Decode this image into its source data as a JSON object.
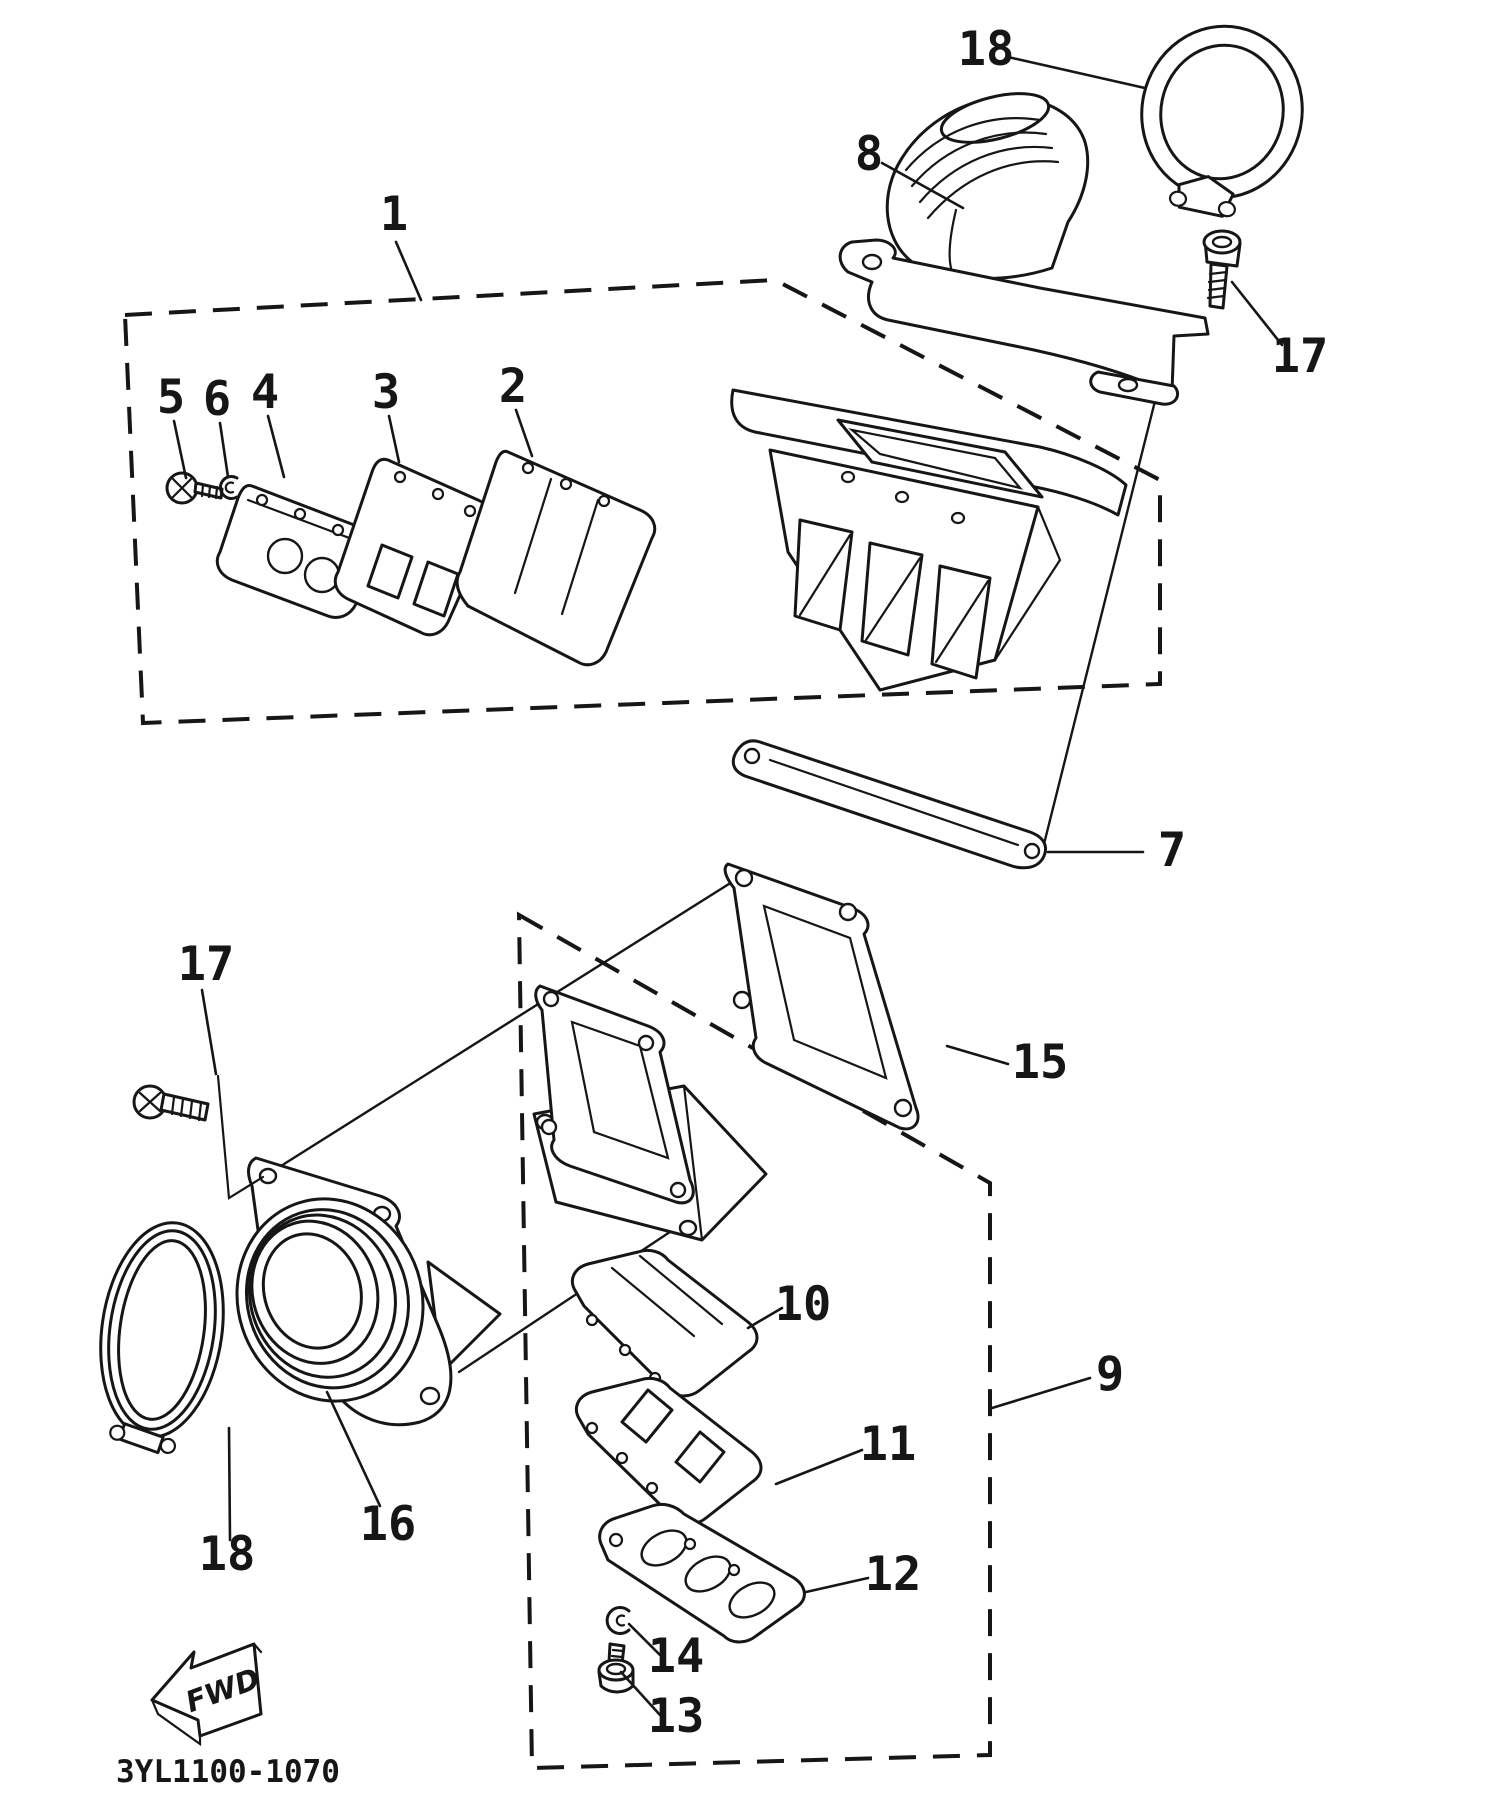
{
  "diagram": {
    "figure_code": "3YL1100-1070",
    "fwd_label": "FWD",
    "colors": {
      "ink": "#161616",
      "paper": "#ffffff"
    },
    "callouts": [
      {
        "id": "callout-1",
        "text": "1"
      },
      {
        "id": "callout-2",
        "text": "2"
      },
      {
        "id": "callout-3",
        "text": "3"
      },
      {
        "id": "callout-4",
        "text": "4"
      },
      {
        "id": "callout-5",
        "text": "5"
      },
      {
        "id": "callout-6",
        "text": "6"
      },
      {
        "id": "callout-7",
        "text": "7"
      },
      {
        "id": "callout-8",
        "text": "8"
      },
      {
        "id": "callout-9",
        "text": "9"
      },
      {
        "id": "callout-10",
        "text": "10"
      },
      {
        "id": "callout-11",
        "text": "11"
      },
      {
        "id": "callout-12",
        "text": "12"
      },
      {
        "id": "callout-13",
        "text": "13"
      },
      {
        "id": "callout-14",
        "text": "14"
      },
      {
        "id": "callout-15",
        "text": "15"
      },
      {
        "id": "callout-16",
        "text": "16"
      },
      {
        "id": "callout-17-top",
        "text": "17"
      },
      {
        "id": "callout-17-left",
        "text": "17"
      },
      {
        "id": "callout-18-top",
        "text": "18"
      },
      {
        "id": "callout-18-left",
        "text": "18"
      }
    ]
  }
}
